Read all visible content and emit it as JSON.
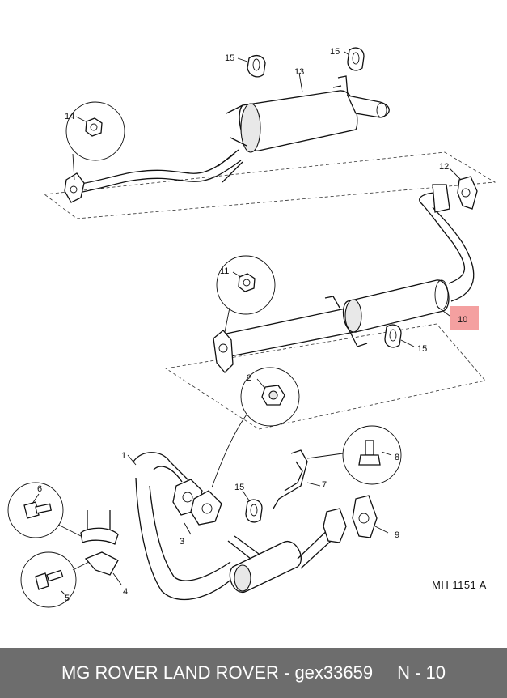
{
  "diagram": {
    "callouts": {
      "c1": "1",
      "c2": "2",
      "c3": "3",
      "c4": "4",
      "c5": "5",
      "c6": "6",
      "c7": "7",
      "c8": "8",
      "c9": "9",
      "c10": "10",
      "c11": "11",
      "c12": "12",
      "c13": "13",
      "c14": "14",
      "c15a": "15",
      "c15b": "15",
      "c15c": "15",
      "c15d": "15"
    },
    "highlight_color": "#f4a0a0",
    "reference_code": "MH  1151 A"
  },
  "footer": {
    "brand": "MG ROVER LAND ROVER - gex33659",
    "page": "N - 10",
    "background": "#6d6d6d"
  }
}
